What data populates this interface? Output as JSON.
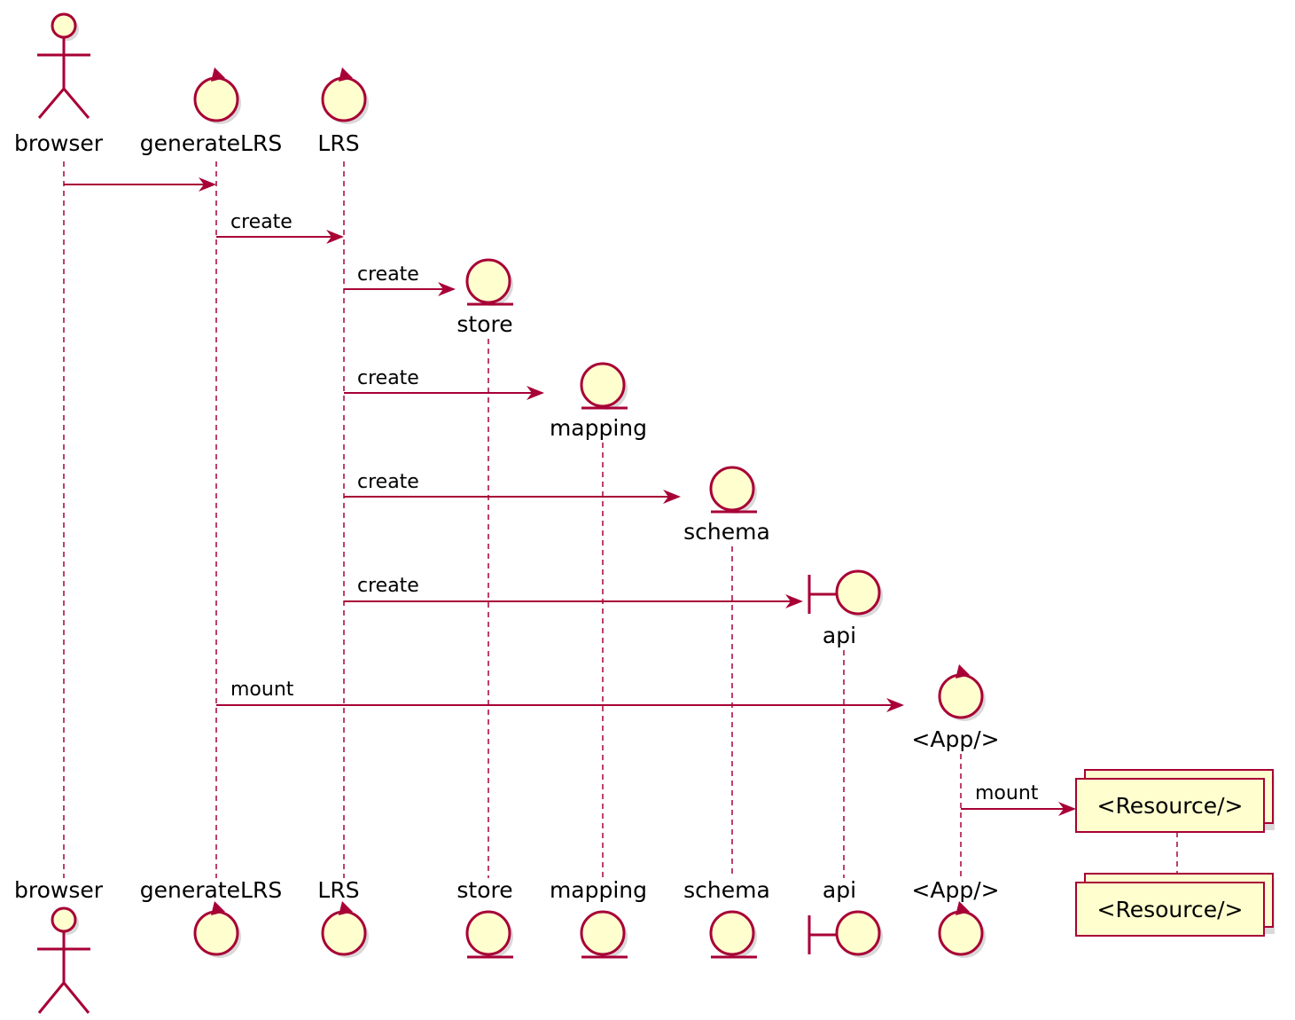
{
  "participants": {
    "browser": "browser",
    "generateLRS": "generateLRS",
    "LRS": "LRS",
    "store": "store",
    "mapping": "mapping",
    "schema": "schema",
    "api": "api",
    "app": "<App/>",
    "resource": "<Resource/>"
  },
  "messages": {
    "m1": "",
    "m2": "create",
    "m3": "create",
    "m4": "create",
    "m5": "create",
    "m6": "create",
    "m7": "mount",
    "m8": "mount"
  },
  "colors": {
    "stroke": "#A80036",
    "fill": "#FEFECE"
  }
}
